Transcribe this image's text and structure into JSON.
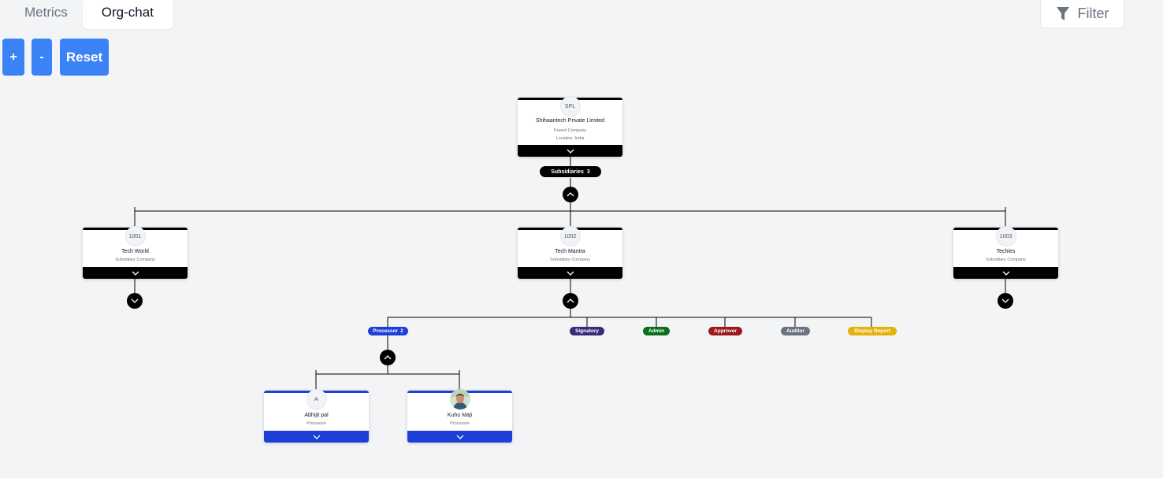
{
  "tabs": [
    {
      "label": "Metrics",
      "active": false
    },
    {
      "label": "Org-chat",
      "active": true
    }
  ],
  "filter": {
    "label": "Filter"
  },
  "controls": {
    "zoom_in": "+",
    "zoom_out": "-",
    "reset": "Reset"
  },
  "root": {
    "avatar": "SPL",
    "name": "Shihaantech Private Limited",
    "type": "Parent Company",
    "location": "Location: India",
    "subsidiaries_label": "Subsidiaries",
    "subsidiaries_count": "3"
  },
  "subsidiaries": [
    {
      "avatar": "1001",
      "name": "Tech World",
      "type": "Subsidiary Company"
    },
    {
      "avatar": "1002",
      "name": "Tech Mantra",
      "type": "Subsidiary Company"
    },
    {
      "avatar": "1003",
      "name": "Techies",
      "type": "Subsidiary Company"
    }
  ],
  "roles": [
    {
      "label": "Processor",
      "count": "2",
      "color": "#1d3fd8"
    },
    {
      "label": "Signatory",
      "color": "#3b2a7a"
    },
    {
      "label": "Admin",
      "color": "#0a6e1a"
    },
    {
      "label": "Approver",
      "color": "#9b1b1b"
    },
    {
      "label": "Auditor",
      "color": "#6b7280"
    },
    {
      "label": "Display Report",
      "color": "#e6b10a"
    }
  ],
  "people": [
    {
      "avatar": "A",
      "name": "Abhijit pal",
      "role": "Processor"
    },
    {
      "avatar": "",
      "name": "Kuhu Maji",
      "role": "Processor"
    }
  ]
}
